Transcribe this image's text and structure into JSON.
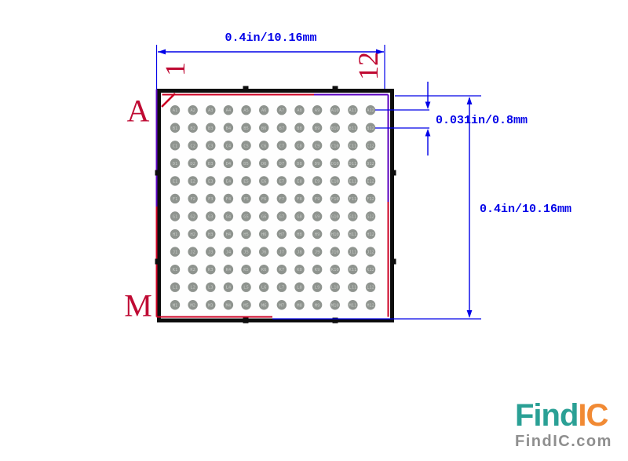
{
  "diagram": {
    "dim_width_label": "0.4in/10.16mm",
    "dim_height_label": "0.4in/10.16mm",
    "dim_pitch_label": "0.031in/0.8mm",
    "first_row_label": "A",
    "last_row_label": "M",
    "first_col_label": "1",
    "last_col_label": "12",
    "rows": [
      "A",
      "B",
      "C",
      "D",
      "E",
      "F",
      "G",
      "H",
      "J",
      "K",
      "L",
      "M"
    ],
    "cols": [
      "1",
      "2",
      "3",
      "4",
      "5",
      "6",
      "7",
      "8",
      "9",
      "10",
      "11",
      "12"
    ],
    "colors": {
      "dimension_blue": "#0000e8",
      "label_red": "#bf0a33",
      "outline_black": "#0d0d0d",
      "silkscreen_red": "#cc0022",
      "assembly_purple": "#5a00c0",
      "ball_fill": "#8f948f",
      "ball_text": "#c6cac6"
    }
  },
  "watermark": {
    "brand_find": "Find",
    "brand_ic": "IC",
    "domain": "FindIC.com",
    "colors": {
      "find_teal": "#2aa095",
      "ic_orange": "#f18a34",
      "domain_gray": "#8f8f8f"
    }
  }
}
